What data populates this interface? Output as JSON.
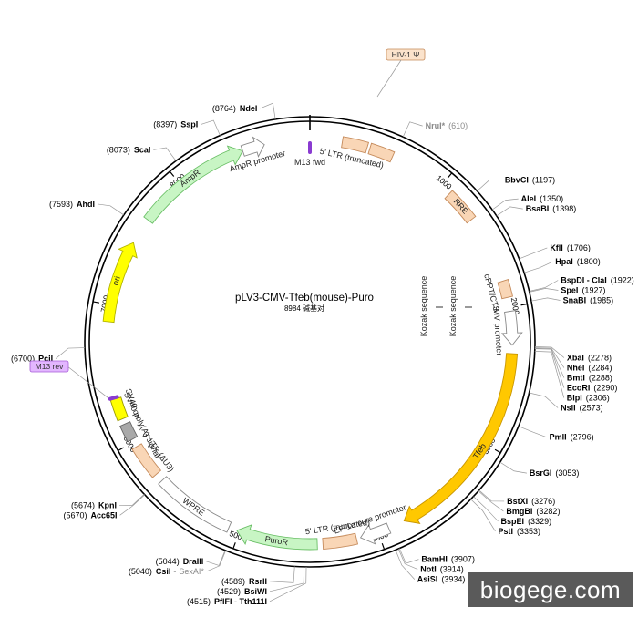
{
  "title": "pLV3-CMV-Tfeb(mouse)-Puro",
  "size_label": "8984 碱基对",
  "total_bp": 8984,
  "watermark": "biogege.com",
  "ticks": [
    {
      "bp": 1000,
      "label": "1000"
    },
    {
      "bp": 2000,
      "label": "2000"
    },
    {
      "bp": 3000,
      "label": "3000"
    },
    {
      "bp": 4000,
      "label": "4000"
    },
    {
      "bp": 5000,
      "label": "5000"
    },
    {
      "bp": 6000,
      "label": "6000"
    },
    {
      "bp": 7000,
      "label": "7000"
    },
    {
      "bp": 8000,
      "label": "8000"
    }
  ],
  "features": [
    {
      "id": "five-ltr-top",
      "label": "5' LTR (truncated)",
      "start": 230,
      "end": 410,
      "color": "#f9d6b6",
      "stroke": "#c58a5a",
      "arrow": false
    },
    {
      "id": "five-ltr-top-b",
      "label": "",
      "start": 430,
      "end": 600,
      "color": "#f9d6b6",
      "stroke": "#c58a5a",
      "arrow": false
    },
    {
      "id": "rre",
      "label": "RRE",
      "start": 1080,
      "end": 1320,
      "color": "#f9d6b6",
      "stroke": "#c58a5a",
      "arrow": false
    },
    {
      "id": "cppt",
      "label": "cPPT/CTS",
      "start": 1810,
      "end": 1930,
      "color": "#f9d6b6",
      "stroke": "#c58a5a",
      "arrow": false
    },
    {
      "id": "cmv-promoter",
      "label": "CMV promoter",
      "start": 2030,
      "end": 2270,
      "color": "#ffffff",
      "stroke": "#888888",
      "arrow": true
    },
    {
      "id": "tfeb",
      "label": "Tfeb",
      "start": 2330,
      "end": 3800,
      "color": "#ffc800",
      "stroke": "#c99600",
      "arrow": true
    },
    {
      "id": "ef1a",
      "label": "EF-1α core promoter",
      "start": 3920,
      "end": 4130,
      "color": "#ffffff",
      "stroke": "#888888",
      "arrow": true
    },
    {
      "id": "five-ltr-bottom",
      "label": "5' LTR (truncated)",
      "start": 4160,
      "end": 4400,
      "color": "#f9d6b6",
      "stroke": "#c58a5a",
      "arrow": false
    },
    {
      "id": "puror",
      "label": "PuroR",
      "start": 4440,
      "end": 5020,
      "color": "#c8f5c4",
      "stroke": "#6abf66",
      "arrow": true
    },
    {
      "id": "wpre",
      "label": "WPRE",
      "start": 5080,
      "end": 5660,
      "color": "#ffffff",
      "stroke": "#888888",
      "arrow": false
    },
    {
      "id": "three-ltr",
      "label": "3' LTR (ΔU3)",
      "start": 5720,
      "end": 5960,
      "color": "#f9d6b6",
      "stroke": "#c58a5a",
      "arrow": false
    },
    {
      "id": "sv40-polya",
      "label": "SV40 poly(A) signal",
      "start": 6020,
      "end": 6140,
      "color": "#a9a9a9",
      "stroke": "#666666",
      "arrow": false
    },
    {
      "id": "sv40-ori",
      "label": "SV40 ori",
      "start": 6180,
      "end": 6330,
      "color": "#ffff00",
      "stroke": "#999900",
      "arrow": false
    },
    {
      "id": "ori",
      "label": "ori",
      "start": 6880,
      "end": 7470,
      "color": "#ffff00",
      "stroke": "#b3b300",
      "arrow": true
    },
    {
      "id": "ampr",
      "label": "AmpR",
      "start": 7660,
      "end": 8500,
      "color": "#c8f5c4",
      "stroke": "#6abf66",
      "arrow": true
    },
    {
      "id": "ampr-promoter",
      "label": "AmpR promoter",
      "start": 8500,
      "end": 8660,
      "color": "#ffffff",
      "stroke": "#888888",
      "arrow": true
    }
  ],
  "primers": [
    {
      "id": "m13-fwd",
      "label": "M13 fwd",
      "bp": 0
    },
    {
      "id": "m13-rev",
      "label": "M13 rev",
      "bp": 6340
    }
  ],
  "tags": [
    {
      "id": "hiv-psi",
      "label": "HIV-1 Ψ"
    }
  ],
  "sites": [
    {
      "id": "ndei",
      "name": "NdeI",
      "pos": "(8764)",
      "bp": 8764,
      "style": "bold"
    },
    {
      "id": "sspi",
      "name": "SspI",
      "pos": "(8397)",
      "bp": 8397,
      "style": "bold"
    },
    {
      "id": "scai",
      "name": "ScaI",
      "pos": "(8073)",
      "bp": 8073,
      "style": "bold"
    },
    {
      "id": "ahdi",
      "name": "AhdI",
      "pos": "(7593)",
      "bp": 7593,
      "style": "bold"
    },
    {
      "id": "pcii",
      "name": "PciI",
      "pos": "(6700)",
      "bp": 6700,
      "style": "bold"
    },
    {
      "id": "kpni",
      "name": "KpnI",
      "pos": "(5674)",
      "bp": 5674,
      "style": "bold"
    },
    {
      "id": "acc65i",
      "name": "Acc65I",
      "pos": "(5670)",
      "bp": 5670,
      "style": "bold"
    },
    {
      "id": "draiii",
      "name": "DraIII",
      "pos": "(5044)",
      "bp": 5044,
      "style": "bold"
    },
    {
      "id": "csii",
      "name": "CsiI",
      "pos": "(5040)",
      "bp": 5040,
      "style": "bold",
      "extra": "SexAI*"
    },
    {
      "id": "rsrii",
      "name": "RsrII",
      "pos": "(4589)",
      "bp": 4589,
      "style": "bold"
    },
    {
      "id": "bsiwi",
      "name": "BsiWI",
      "pos": "(4529)",
      "bp": 4529,
      "style": "bold"
    },
    {
      "id": "pflfi",
      "name": "PflFI - Tth111I",
      "pos": "(4515)",
      "bp": 4515,
      "style": "bold"
    },
    {
      "id": "nrui",
      "name": "NruI*",
      "pos": "(610)",
      "bp": 610,
      "style": "gray"
    },
    {
      "id": "bbvci",
      "name": "BbvCI",
      "pos": "(1197)",
      "bp": 1197,
      "style": "bold"
    },
    {
      "id": "alei",
      "name": "AleI",
      "pos": "(1350)",
      "bp": 1350,
      "style": "bold"
    },
    {
      "id": "bsabi",
      "name": "BsaBI",
      "pos": "(1398)",
      "bp": 1398,
      "style": "bold"
    },
    {
      "id": "kfli",
      "name": "KflI",
      "pos": "(1706)",
      "bp": 1706,
      "style": "bold"
    },
    {
      "id": "hpai",
      "name": "HpaI",
      "pos": "(1800)",
      "bp": 1800,
      "style": "bold"
    },
    {
      "id": "bspdi",
      "name": "BspDI - ClaI",
      "pos": "(1922)",
      "bp": 1922,
      "style": "bold"
    },
    {
      "id": "spei",
      "name": "SpeI",
      "pos": "(1927)",
      "bp": 1927,
      "style": "bold"
    },
    {
      "id": "snabi",
      "name": "SnaBI",
      "pos": "(1985)",
      "bp": 1985,
      "style": "bold"
    },
    {
      "id": "xbai",
      "name": "XbaI",
      "pos": "(2278)",
      "bp": 2278,
      "style": "bold"
    },
    {
      "id": "nhei",
      "name": "NheI",
      "pos": "(2284)",
      "bp": 2284,
      "style": "bold"
    },
    {
      "id": "bmti",
      "name": "BmtI",
      "pos": "(2288)",
      "bp": 2288,
      "style": "bold"
    },
    {
      "id": "ecori",
      "name": "EcoRI",
      "pos": "(2290)",
      "bp": 2290,
      "style": "bold"
    },
    {
      "id": "blpi",
      "name": "BlpI",
      "pos": "(2306)",
      "bp": 2306,
      "style": "bold"
    },
    {
      "id": "nsii",
      "name": "NsiI",
      "pos": "(2573)",
      "bp": 2573,
      "style": "bold"
    },
    {
      "id": "pmli",
      "name": "PmlI",
      "pos": "(2796)",
      "bp": 2796,
      "style": "bold"
    },
    {
      "id": "bsrgi",
      "name": "BsrGI",
      "pos": "(3053)",
      "bp": 3053,
      "style": "bold"
    },
    {
      "id": "bstxi",
      "name": "BstXI",
      "pos": "(3276)",
      "bp": 3276,
      "style": "bold"
    },
    {
      "id": "bmgbi",
      "name": "BmgBI",
      "pos": "(3282)",
      "bp": 3282,
      "style": "bold"
    },
    {
      "id": "bspei",
      "name": "BspEI",
      "pos": "(3329)",
      "bp": 3329,
      "style": "bold"
    },
    {
      "id": "psti",
      "name": "PstI",
      "pos": "(3353)",
      "bp": 3353,
      "style": "bold"
    },
    {
      "id": "bamhi",
      "name": "BamHI",
      "pos": "(3907)",
      "bp": 3907,
      "style": "bold"
    },
    {
      "id": "noti",
      "name": "NotI",
      "pos": "(3914)",
      "bp": 3914,
      "style": "bold"
    },
    {
      "id": "asisi",
      "name": "AsiSI",
      "pos": "(3934)",
      "bp": 3934,
      "style": "bold"
    }
  ],
  "kozak": [
    "Kozak sequence",
    "Kozak sequence"
  ]
}
